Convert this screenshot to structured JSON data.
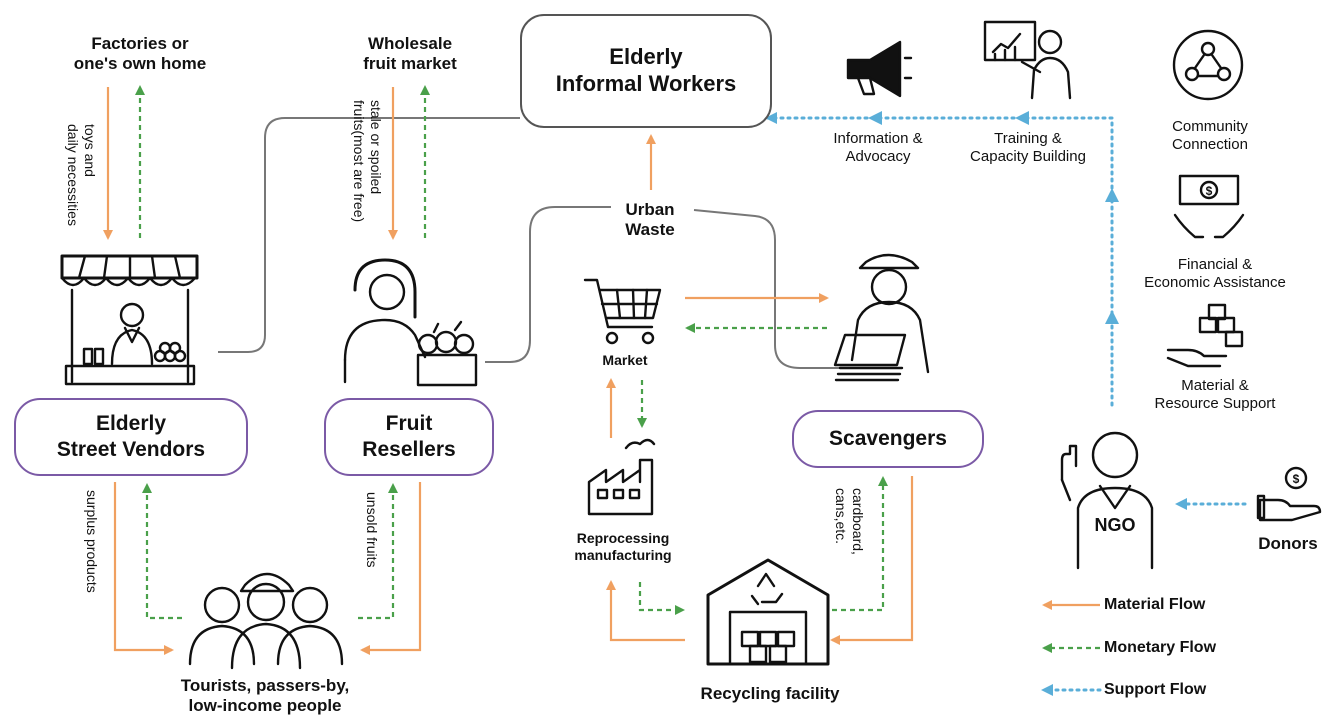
{
  "nodes": {
    "informal_workers": "Elderly\nInformal Workers",
    "street_vendors": "Elderly\nStreet Vendors",
    "fruit_resellers": "Fruit\nResellers",
    "scavengers": "Scavengers"
  },
  "labels": {
    "factories": "Factories or\none's own home",
    "wholesale": "Wholesale\nfruit market",
    "urban_waste": "Urban\nWaste",
    "market": "Market",
    "reprocessing": "Reprocessing\nmanufacturing",
    "recycling": "Recycling facility",
    "tourists": "Tourists, passers-by,\nlow-income people",
    "info_advocacy": "Information &\nAdvocacy",
    "training": "Training &\nCapacity Building",
    "community": "Community\nConnection",
    "financial": "Financial &\nEconomic Assistance",
    "material_support": "Material &\nResource Support",
    "donors": "Donors",
    "ngo": "NGO"
  },
  "flow_labels": {
    "toys": "toys and\ndaily necessities",
    "stale": "stale or spoiled\nfruits(most are free)",
    "surplus": "surplus products",
    "unsold": "unsold fruits",
    "cardboard": "cardboard,\ncans,etc."
  },
  "legend": [
    {
      "label": "Material Flow",
      "color": "#f0a060",
      "style": "solid"
    },
    {
      "label": "Monetary Flow",
      "color": "#4aa04a",
      "style": "dashed"
    },
    {
      "label": "Support Flow",
      "color": "#5aaed8",
      "style": "dotted"
    }
  ],
  "icons": [
    "market-stall-icon",
    "fruit-seller-icon",
    "shopping-cart-icon",
    "factory-icon",
    "scavenger-icon",
    "recycling-warehouse-icon",
    "people-group-icon",
    "megaphone-icon",
    "presenter-icon",
    "community-network-icon",
    "money-hands-icon",
    "hand-boxes-icon",
    "ngo-person-icon",
    "donor-hand-icon"
  ]
}
